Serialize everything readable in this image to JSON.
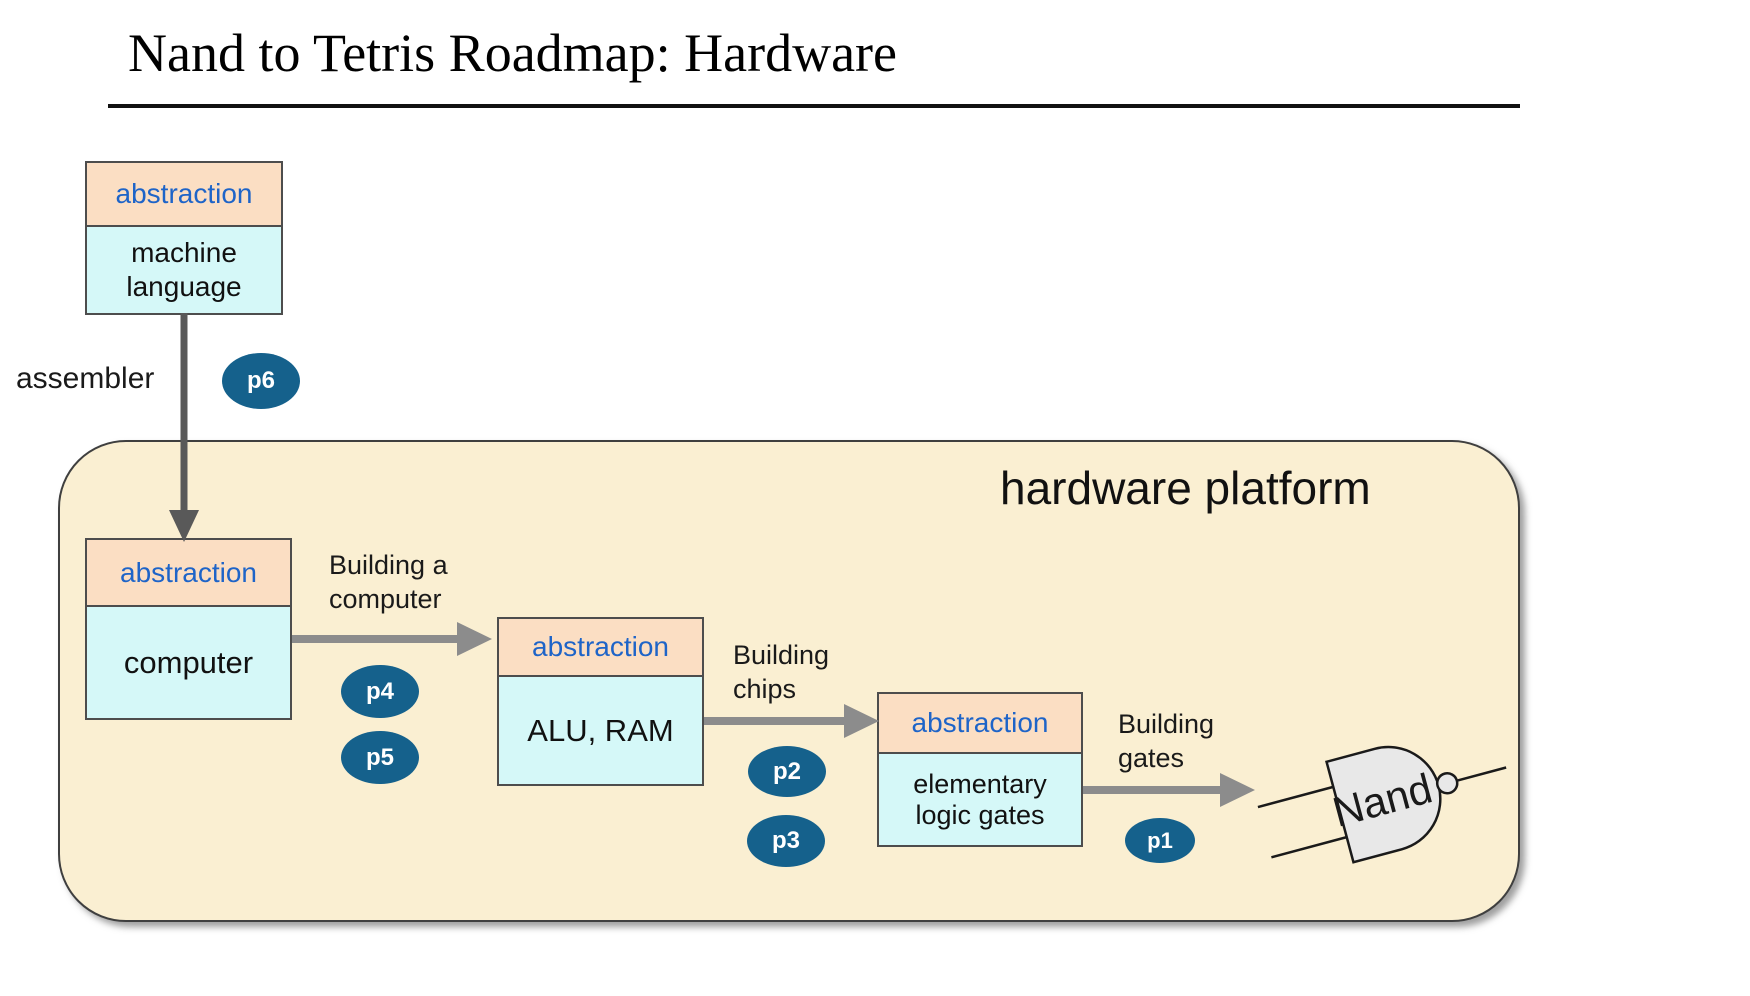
{
  "title": "Nand to Tetris Roadmap: Hardware",
  "platform": {
    "label": "hardware platform"
  },
  "boxes": {
    "machine_language": {
      "header": "abstraction",
      "body": "machine language"
    },
    "computer": {
      "header": "abstraction",
      "body": "computer"
    },
    "alu_ram": {
      "header": "abstraction",
      "body": "ALU, RAM"
    },
    "logic_gates": {
      "header": "abstraction",
      "body": "elementary logic gates"
    }
  },
  "labels": {
    "assembler": "assembler",
    "building_computer": {
      "line1": "Building a",
      "line2": "computer"
    },
    "building_chips": {
      "line1": "Building",
      "line2": "chips"
    },
    "building_gates": {
      "line1": "Building",
      "line2": "gates"
    }
  },
  "badges": [
    {
      "label": "p6"
    },
    {
      "label": "p4"
    },
    {
      "label": "p5"
    },
    {
      "label": "p2"
    },
    {
      "label": "p3"
    },
    {
      "label": "p1"
    }
  ],
  "nand_gate": {
    "label": "Nand"
  },
  "colors": {
    "box_header_fill": "#FBDEC3",
    "box_body_fill": "#D5F8F8",
    "box_header_text": "#1E64C8",
    "platform_fill": "#FAEFD2",
    "badge_fill": "#15618C",
    "badge_text": "#FFFFFF",
    "arrow_vertical": "#595959",
    "arrow_horizontal": "#8C8C8C",
    "nand_fill": "#E8E8E8"
  }
}
